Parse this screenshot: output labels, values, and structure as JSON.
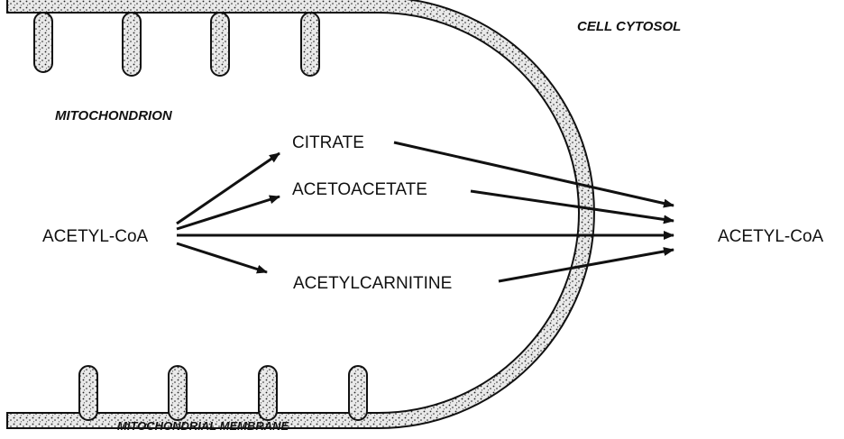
{
  "labels": {
    "cytosol": "CELL CYTOSOL",
    "mitochondrion": "MITOCHONDRION",
    "membrane": "MITOCHONDRIAL MEMBRANE",
    "source": "ACETYL-CoA",
    "target": "ACETYL-CoA",
    "citrate": "CITRATE",
    "acetoacetate": "ACETOACETATE",
    "acetylcarnitine": "ACETYLCARNITINE"
  },
  "colors": {
    "ink": "#111111",
    "membrane_fill": "#e6e6e6"
  }
}
